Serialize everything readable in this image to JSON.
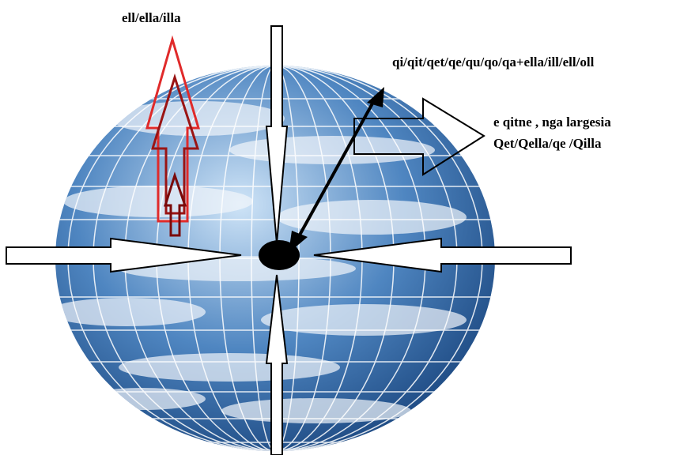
{
  "labels": {
    "top": "ell/ella/illa",
    "right": "qi/qit/qet/qe/qu/qo/qa+ella/ill/ell/oll",
    "side_line1": "e qitne , nga largesia",
    "side_line2": "Qet/Qella/qe  /Qilla"
  },
  "colors": {
    "globe_light": "#cfe4f7",
    "globe_mid": "#4f86c1",
    "globe_dark": "#123c74",
    "grid": "#ffffff",
    "arrow_outer": "#e02a2a",
    "arrow_middle": "#9a1414",
    "arrow_inner": "#7a0a0a",
    "ink": "#000000"
  }
}
